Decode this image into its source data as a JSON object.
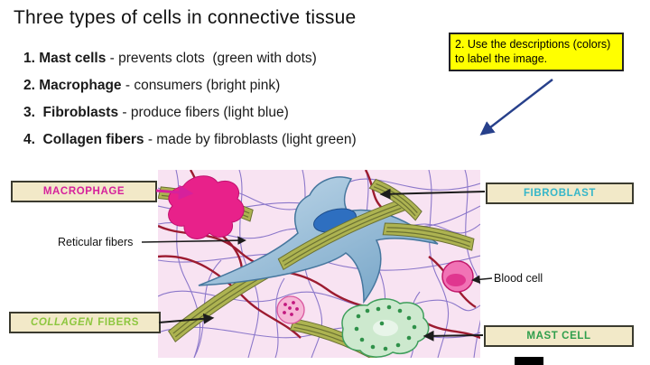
{
  "slide": {
    "title": "Three types of cells in connective tissue",
    "list": [
      {
        "num": "1. ",
        "term": "Mast cells",
        "desc": " - prevents clots  (green with dots)"
      },
      {
        "num": "2. ",
        "term": "Macrophage",
        "desc": " - consumers (bright pink)"
      },
      {
        "num": "3.  ",
        "term": "Fibroblasts",
        "desc": " - produce fibers (light blue)"
      },
      {
        "num": "4.  ",
        "term": "Collagen fibers",
        "desc": " - made by fibroblasts (light green)"
      }
    ],
    "note": "2.  Use the descriptions (colors) to label the image.",
    "labels": {
      "macrophage": "MACROPHAGE",
      "fibroblast": "FIBROBLAST",
      "collagen_word1": "COLLAGEN",
      "collagen_word2": "FIBERS",
      "mast_cell": "MAST CELL",
      "reticular_fibers": "Reticular fibers",
      "blood_cell": "Blood cell"
    },
    "colors": {
      "note_bg": "#FFFF00",
      "label_box_bg": "#F2E9C8",
      "macrophage": "#D6219C",
      "fibroblast": "#35B6C9",
      "collagen": "#8CC63E",
      "mast_cell": "#2F9E4C",
      "note_arrow": "#27408B",
      "figure_bg": "#F8E3F2"
    }
  }
}
